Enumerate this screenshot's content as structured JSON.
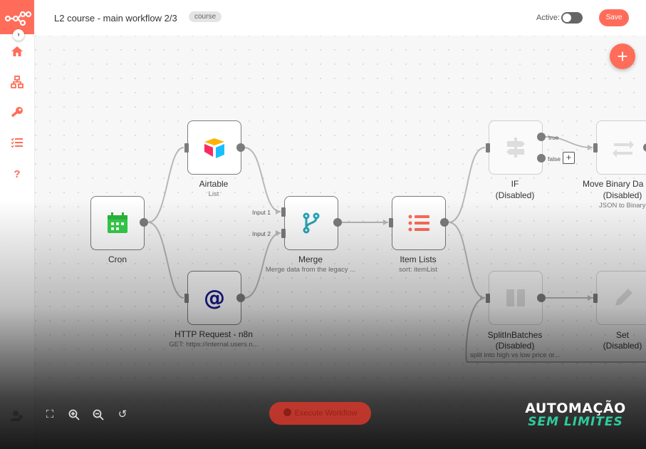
{
  "header": {
    "workflow_title": "L2 course - main workflow 2/3",
    "tag": "course",
    "active_label": "Active:",
    "active_state": false,
    "save_label": "Save"
  },
  "sidebar": {
    "items": [
      {
        "icon": "home-icon"
      },
      {
        "icon": "workflows-icon"
      },
      {
        "icon": "credentials-icon"
      },
      {
        "icon": "executions-icon"
      },
      {
        "icon": "help-icon"
      }
    ]
  },
  "nodes": [
    {
      "id": "cron",
      "title": "Cron",
      "subtitle": ""
    },
    {
      "id": "airtable",
      "title": "Airtable",
      "subtitle": "List"
    },
    {
      "id": "http",
      "title": "HTTP Request - n8n",
      "subtitle": "GET: https://internal.users.n..."
    },
    {
      "id": "merge",
      "title": "Merge",
      "subtitle": "Merge data from the legacy ...",
      "input1": "Input 1",
      "input2": "Input 2"
    },
    {
      "id": "itemlists",
      "title": "Item Lists",
      "subtitle": "sort: itemList"
    },
    {
      "id": "if",
      "title": "IF",
      "status": "(Disabled)",
      "true_label": "true",
      "false_label": "false"
    },
    {
      "id": "movebinary",
      "title": "Move Binary Da",
      "status": "(Disabled)",
      "subtitle": "JSON to Binary"
    },
    {
      "id": "splitinbatches",
      "title": "SplitInBatches",
      "status": "(Disabled)",
      "subtitle": "split into high vs low price or..."
    },
    {
      "id": "set",
      "title": "Set",
      "status": "(Disabled)"
    }
  ],
  "canvas": {
    "execute_label": "Execute Workflow"
  },
  "watermark": {
    "line1": "AUTOMAÇÃO",
    "line2": "SEM LIMITES"
  },
  "colors": {
    "accent": "#ff6d5a",
    "node_border": "#7c7c7c",
    "cron_green": "#35d14a",
    "airtable_blue": "#2d7ff9",
    "merge_teal": "#26a6b8",
    "http_navy": "#1a1a8e"
  }
}
